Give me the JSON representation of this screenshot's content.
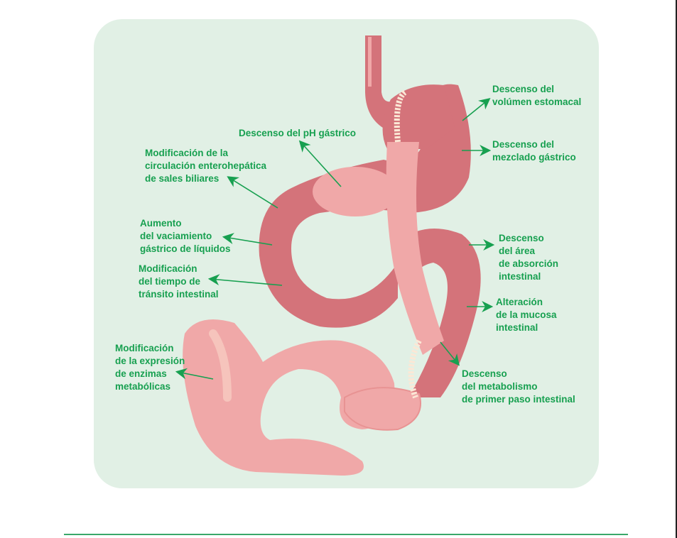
{
  "colors": {
    "panel": "#e1f0e5",
    "label": "#17a050",
    "tissue_dark": "#d4737a",
    "tissue_light": "#f0a8a8"
  },
  "labels": {
    "stomach_volume": "Descenso del\nvolúmen estomacal",
    "gastric_mixing": "Descenso del\nmezclado gástrico",
    "gastric_ph": "Descenso del pH gástrico",
    "enterohepatic": "Modificación de la\ncirculación enterohepática\nde sales biliares",
    "liquid_emptying": "Aumento\ndel vaciamiento\ngástrico de líquidos",
    "transit_time": "Modificación\ndel tiempo de\ntránsito intestinal",
    "absorption_area": "Descenso\ndel área\nde absorción\nintestinal",
    "mucosa": "Alteración\nde la mucosa\nintestinal",
    "enzymes": "Modificación\nde la expresión\nde enzimas\nmetabólicas",
    "first_pass": "Descenso\ndel metabolismo\nde primer paso intestinal"
  }
}
